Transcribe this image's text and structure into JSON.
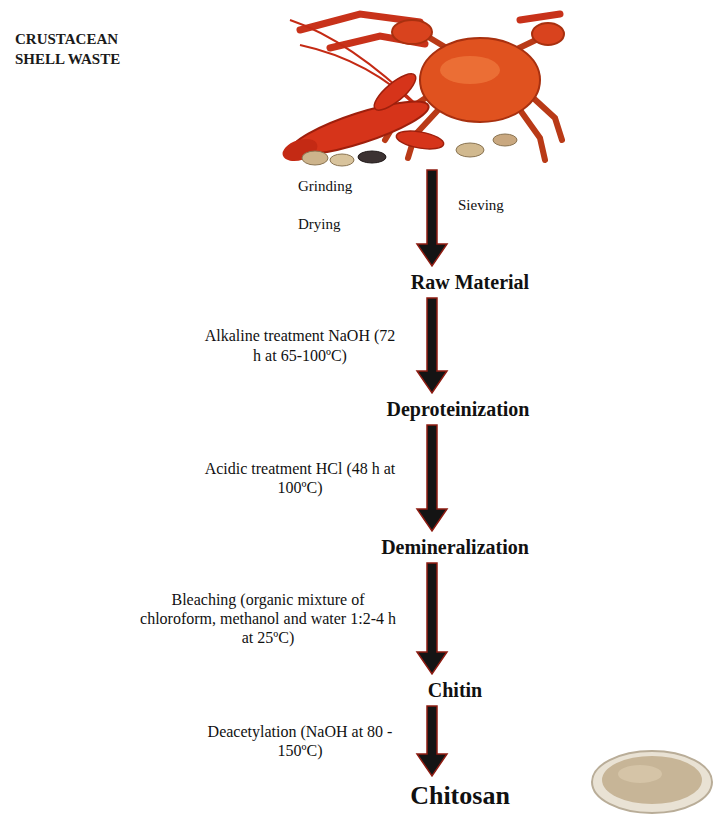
{
  "diagram": {
    "nodes": [
      {
        "text": [
          "CRUSTACEAN SHELL WASTE"
        ]
      },
      {
        "text": [
          "Raw Material"
        ]
      },
      {
        "text": [
          "Deproteinization"
        ]
      },
      {
        "text": [
          "Demineralization"
        ]
      },
      {
        "text": [
          "Chitin"
        ]
      },
      {
        "text": [
          "Chitosan"
        ]
      }
    ],
    "edges": [
      {
        "from": 0,
        "to": 1,
        "arrow": "to"
      },
      {
        "from": 1,
        "to": 2,
        "arrow": "to",
        "label": "Alkaline treatment NaOH (72 h at 65-100ºC)"
      },
      {
        "from": 2,
        "to": 3,
        "arrow": "to",
        "label": "Acidic treatment HCl (48 h at 100ºC)"
      },
      {
        "from": 3,
        "to": 4,
        "arrow": "to",
        "label": "Bleaching (organic mixture of chloroform, methanol and water 1:2-4 h at 25ºC)"
      },
      {
        "from": 4,
        "to": 5,
        "arrow": "to",
        "label": "Deacetylation (NaOH at 80 - 150ºC)"
      }
    ],
    "labels": [
      "Grinding",
      "Drying",
      "Sieving"
    ]
  }
}
